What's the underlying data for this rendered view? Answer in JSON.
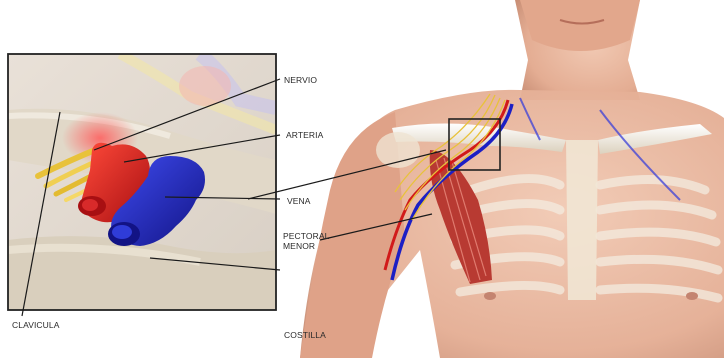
{
  "labels": {
    "nervio": "NERVIO",
    "arteria": "ARTERIA",
    "vena": "VENA",
    "pectoral_menor": "PECTORAL\nMENOR",
    "clavicula": "CLAVICULA",
    "costilla": "COSTILLA"
  },
  "colors": {
    "artery": "#d11a1a",
    "vein": "#1c1fc4",
    "nerve": "#e8c23a",
    "muscle": "#b83a32",
    "skin": "#e9b8a0",
    "bone": "#f2ede0",
    "callout_border": "#222222",
    "leader_line": "#1a1a1a"
  }
}
